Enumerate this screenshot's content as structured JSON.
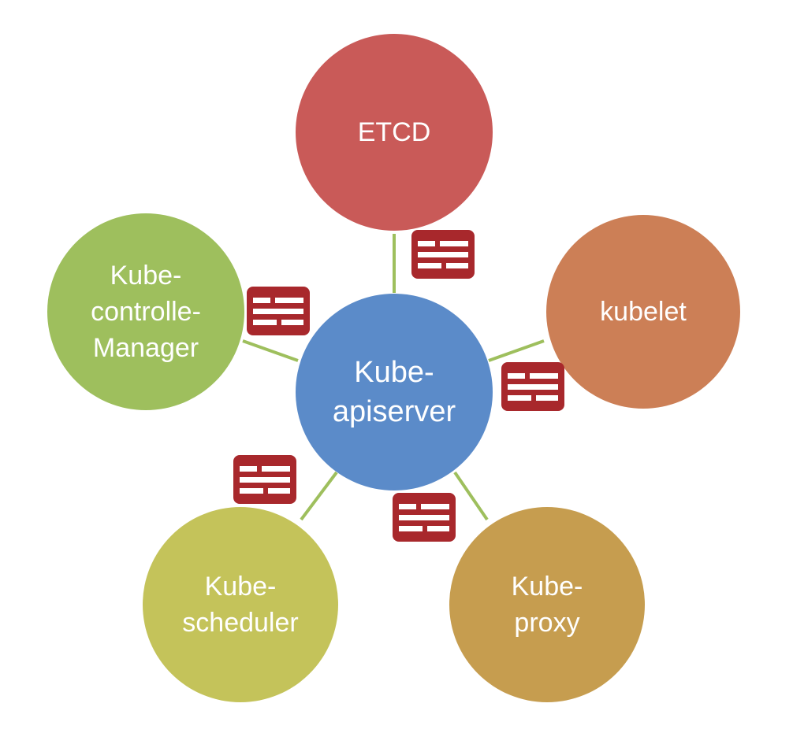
{
  "diagram": {
    "center": {
      "label_lines": [
        "Kube-",
        "apiserver"
      ],
      "color": "#5b8bc9"
    },
    "nodes": [
      {
        "id": "etcd",
        "label_lines": [
          "ETCD"
        ],
        "color": "#c95a58"
      },
      {
        "id": "kubelet",
        "label_lines": [
          "kubelet"
        ],
        "color": "#cc7f56"
      },
      {
        "id": "kube-proxy",
        "label_lines": [
          "Kube-",
          "proxy"
        ],
        "color": "#c69d4f"
      },
      {
        "id": "kube-scheduler",
        "label_lines": [
          "Kube-",
          "scheduler"
        ],
        "color": "#c4c35a"
      },
      {
        "id": "kube-controller-manager",
        "label_lines": [
          "Kube-",
          "controlle-",
          "Manager"
        ],
        "color": "#9ebf5d"
      }
    ],
    "connector_color": "#9ebf5d",
    "message_icon": {
      "name": "message-packet-icon",
      "color": "#a8282c"
    }
  }
}
